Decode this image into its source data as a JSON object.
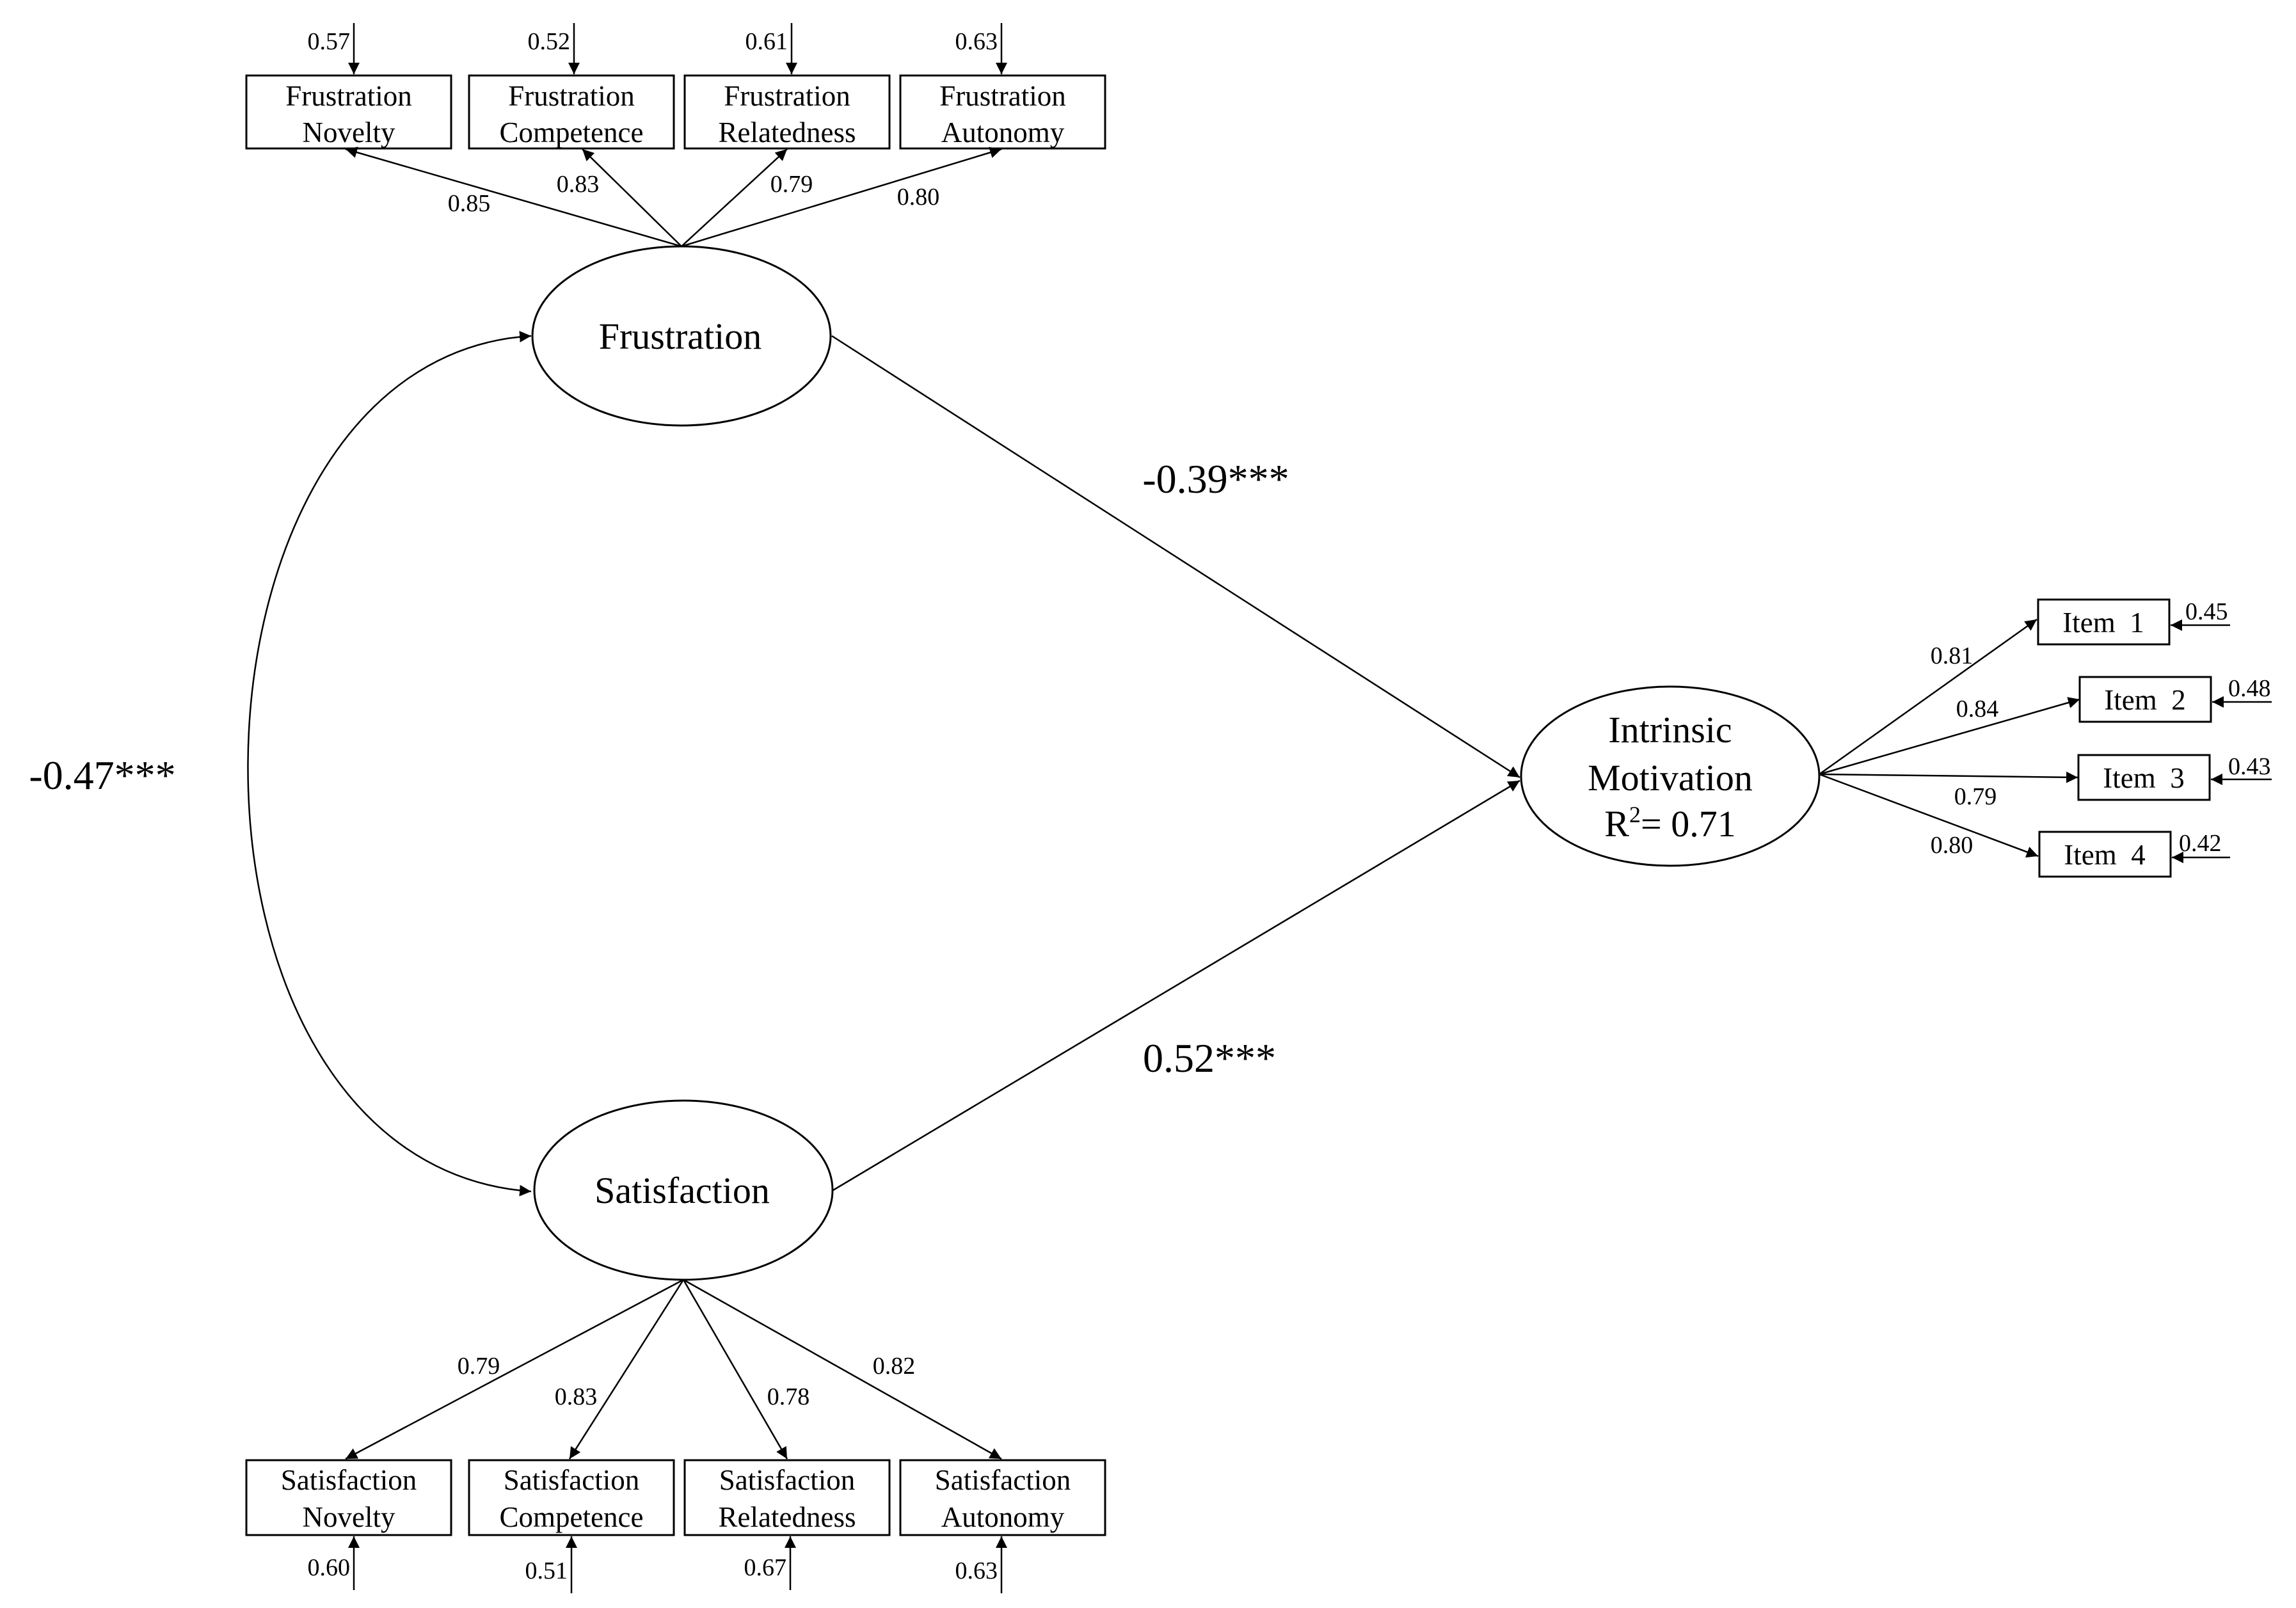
{
  "latents": {
    "frustration": "Frustration",
    "satisfaction": "Satisfaction",
    "outcome": {
      "line1": "Intrinsic",
      "line2": "Motivation",
      "r2_prefix": "R",
      "r2_sup": "2",
      "r2_value": "= 0.71"
    }
  },
  "frustration_indicators": [
    {
      "line1": "Frustration",
      "line2": "Novelty",
      "error": "0.57",
      "loading": "0.85"
    },
    {
      "line1": "Frustration",
      "line2": "Competence",
      "error": "0.52",
      "loading": "0.83"
    },
    {
      "line1": "Frustration",
      "line2": "Relatedness",
      "error": "0.61",
      "loading": "0.79"
    },
    {
      "line1": "Frustration",
      "line2": "Autonomy",
      "error": "0.63",
      "loading": "0.80"
    }
  ],
  "satisfaction_indicators": [
    {
      "line1": "Satisfaction",
      "line2": "Novelty",
      "error": "0.60",
      "loading": "0.79"
    },
    {
      "line1": "Satisfaction",
      "line2": "Competence",
      "error": "0.51",
      "loading": "0.83"
    },
    {
      "line1": "Satisfaction",
      "line2": "Relatedness",
      "error": "0.67",
      "loading": "0.78"
    },
    {
      "line1": "Satisfaction",
      "line2": "Autonomy",
      "error": "0.63",
      "loading": "0.82"
    }
  ],
  "outcome_items": [
    {
      "label": "Item  1",
      "error": "0.45",
      "loading": "0.81"
    },
    {
      "label": "Item  2",
      "error": "0.48",
      "loading": "0.84"
    },
    {
      "label": "Item  3",
      "error": "0.43",
      "loading": "0.79"
    },
    {
      "label": "Item  4",
      "error": "0.42",
      "loading": "0.80"
    }
  ],
  "paths": {
    "frustration_to_motivation": "-0.39***",
    "satisfaction_to_motivation": "0.52***",
    "covariance": "-0.47***"
  }
}
